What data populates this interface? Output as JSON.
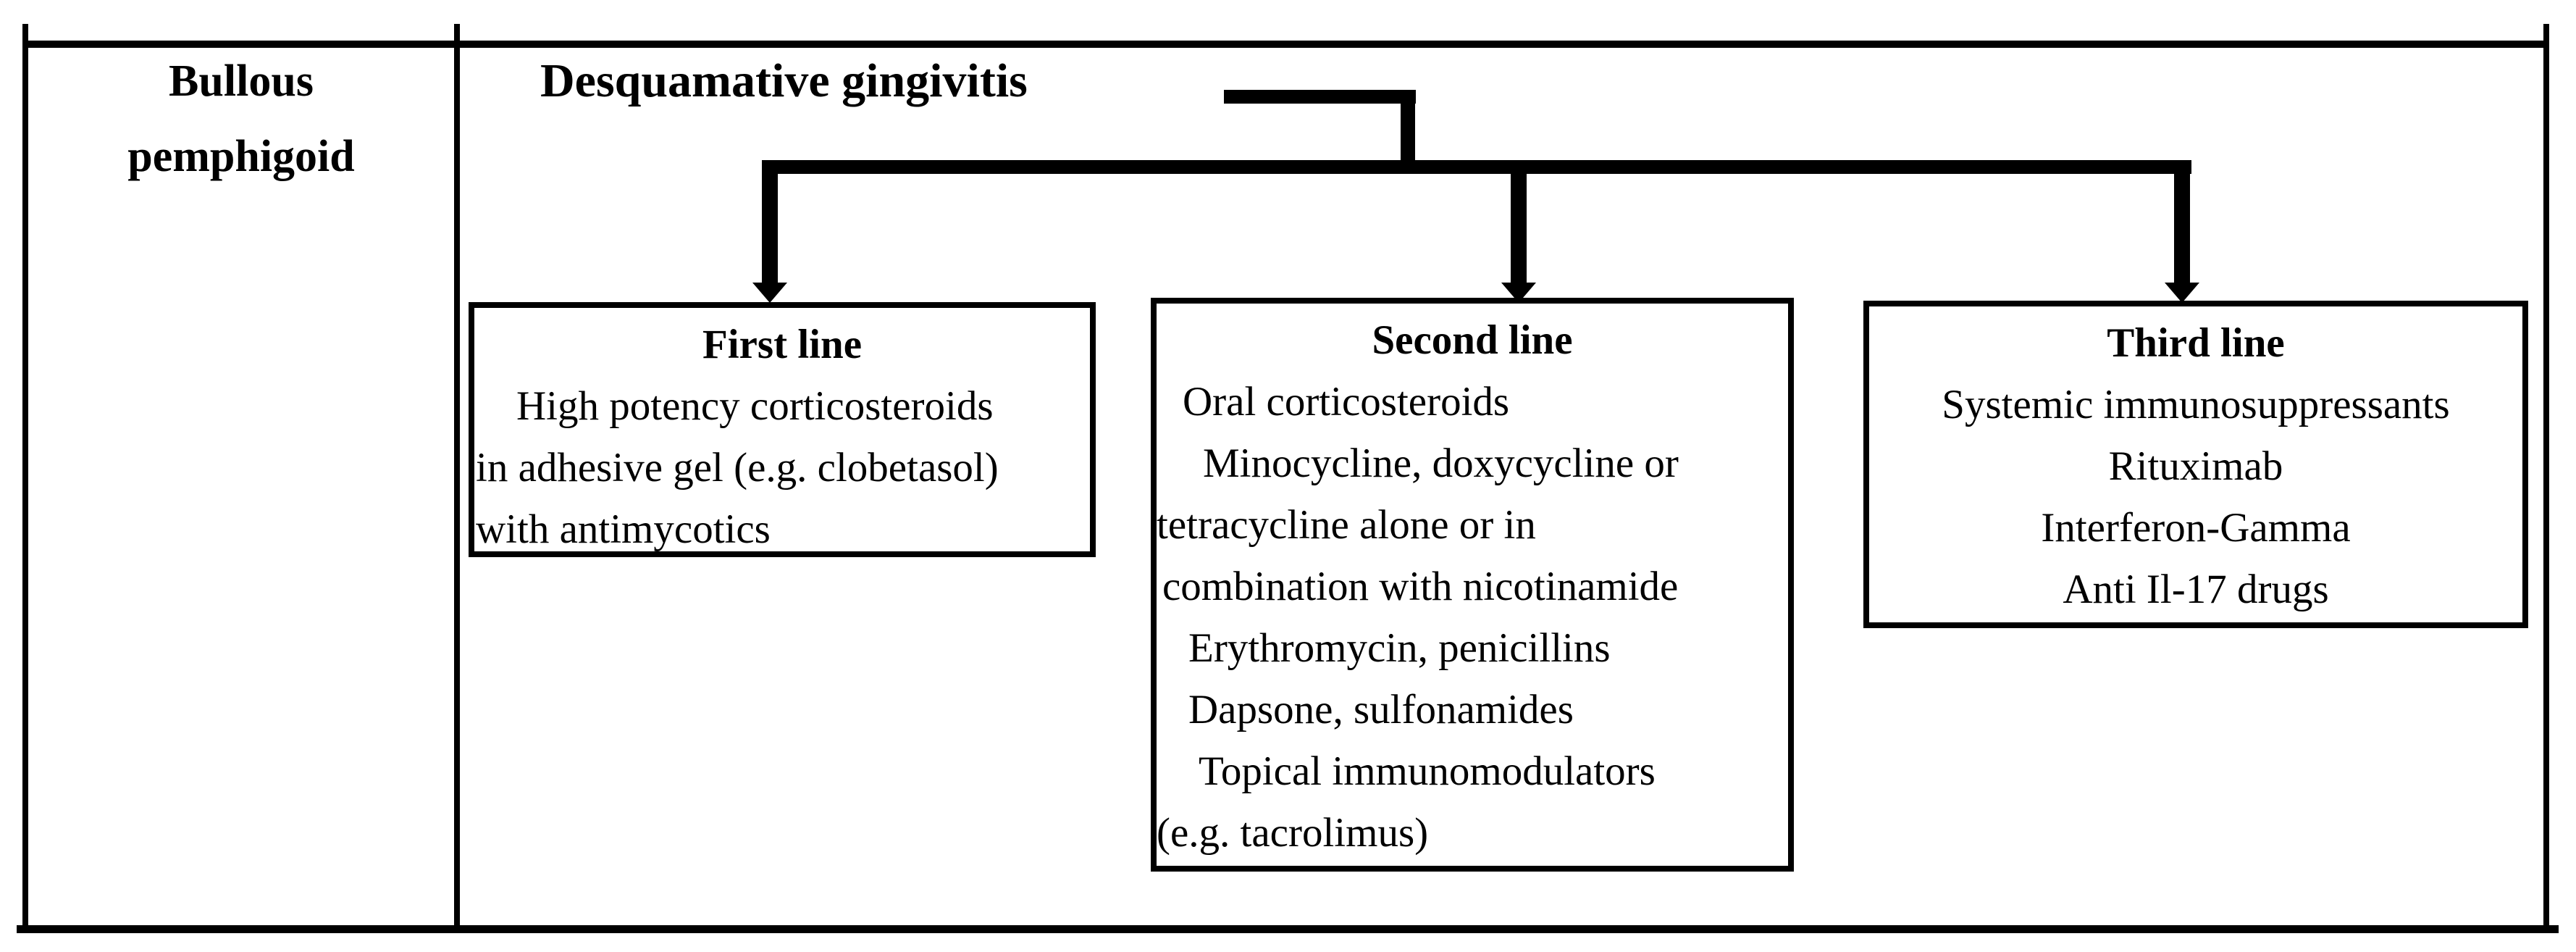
{
  "figure": {
    "background_color": "#ffffff",
    "ink_color": "#000000",
    "row_header": {
      "lines": [
        "Bullous",
        "pemphigoid"
      ]
    },
    "root_node": {
      "label": "Desquamative gingivitis"
    },
    "branches": [
      {
        "title": "First line",
        "lines": [
          "High potency corticosteroids",
          "in adhesive gel (e.g. clobetasol)",
          "with antimycotics"
        ]
      },
      {
        "title": "Second line",
        "lines": [
          "Oral corticosteroids",
          "Minocycline, doxycycline or",
          "tetracycline alone or in",
          "combination with nicotinamide",
          "Erythromycin, penicillins",
          "Dapsone, sulfonamides",
          "Topical immunomodulators",
          "(e.g. tacrolimus)"
        ]
      },
      {
        "title": "Third line",
        "lines": [
          "Systemic immunosuppressants",
          "Rituximab",
          "Interferon-Gamma",
          "Anti Il-17 drugs"
        ]
      }
    ]
  }
}
